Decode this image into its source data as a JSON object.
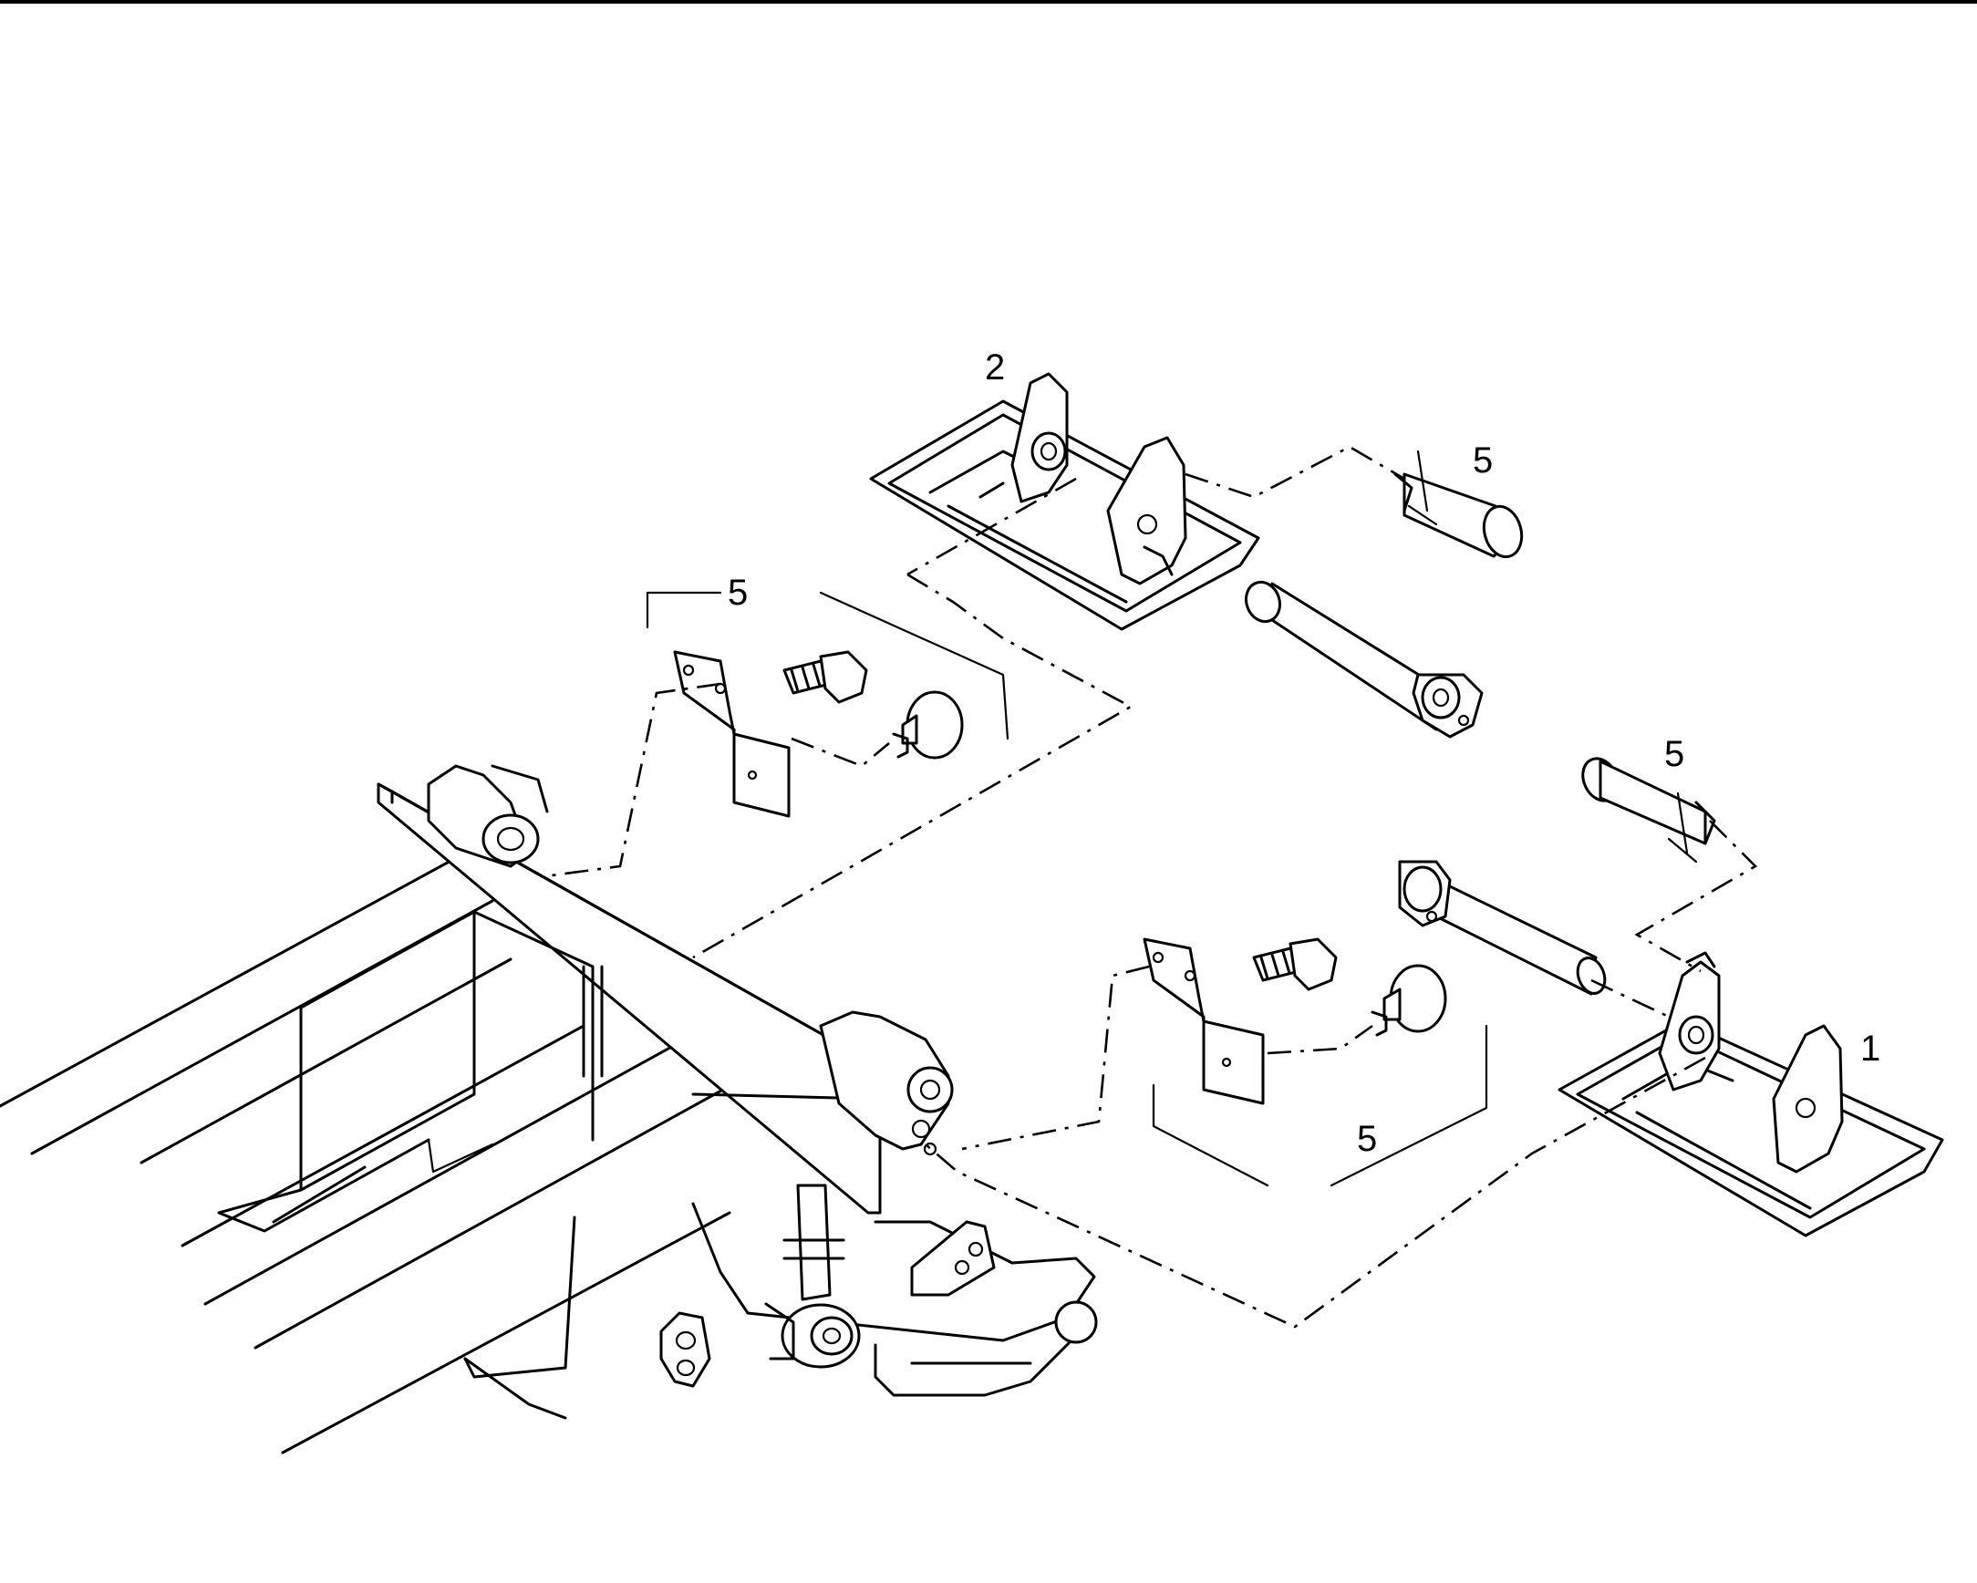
{
  "diagram": {
    "callouts": {
      "mount_right": "1",
      "mount_top": "2",
      "pin_top_right": "5",
      "hardware_left": "5",
      "pin_right": "5",
      "hardware_lower": "5"
    }
  }
}
